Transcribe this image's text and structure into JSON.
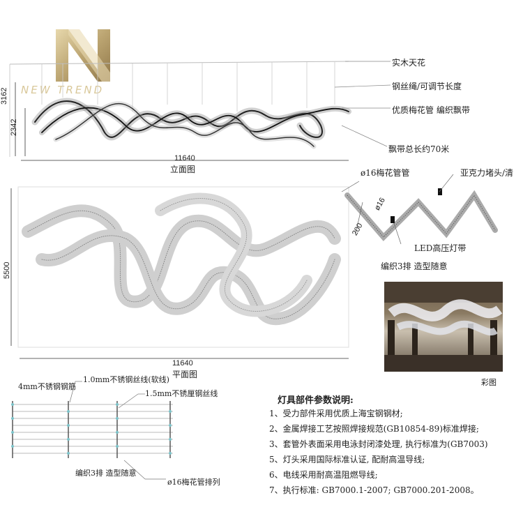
{
  "brand": {
    "logo_text": "NEW TREND",
    "gold": "#b8a06a"
  },
  "elevation": {
    "labels": [
      "实木天花",
      "钢丝绳/可调节长度",
      "优质梅花管 编织飘带",
      "飘带总长约70米"
    ],
    "dim_width": "11640",
    "dim_height_outer": "3162",
    "dim_height_inner": "2342",
    "caption": "立面图"
  },
  "plan": {
    "dim_width": "11640",
    "dim_height": "5500",
    "caption": "平面图"
  },
  "detail": {
    "tube_label": "ø16梅花管管",
    "cap_label": "亚克力堵头/清",
    "diameter": "ø16",
    "spacing": "200",
    "led_label": "LED高压灯带",
    "weave_label": "编织3排 造型随意"
  },
  "photo": {
    "caption": "彩图"
  },
  "frame": {
    "rod_label": "4mm不锈钢钢筋",
    "wire_soft_label": "1.0mm不锈钢丝线(软线)",
    "wire_thick_label": "1.5mm不锈厘钢丝线",
    "weave_label": "编织3排 造型随意",
    "tube_array_label": "ø16梅花管排列"
  },
  "notes": {
    "title": "灯具部件参数说明:",
    "items": [
      "1、受力部件采用优质上海宝钢钢材;",
      "2、金属焊接工艺按照焊接规范(GB10854-89)标准焊接;",
      "3、套管外表面采用电泳封闭漆处理, 执行标准为(GB7003)",
      "5、灯头采用国际标准认证, 配耐高温导线;",
      "6、电线采用耐高温阻燃导线;",
      "7、执行标准: GB7000.1-2007; GB7000.201-2008。"
    ]
  }
}
